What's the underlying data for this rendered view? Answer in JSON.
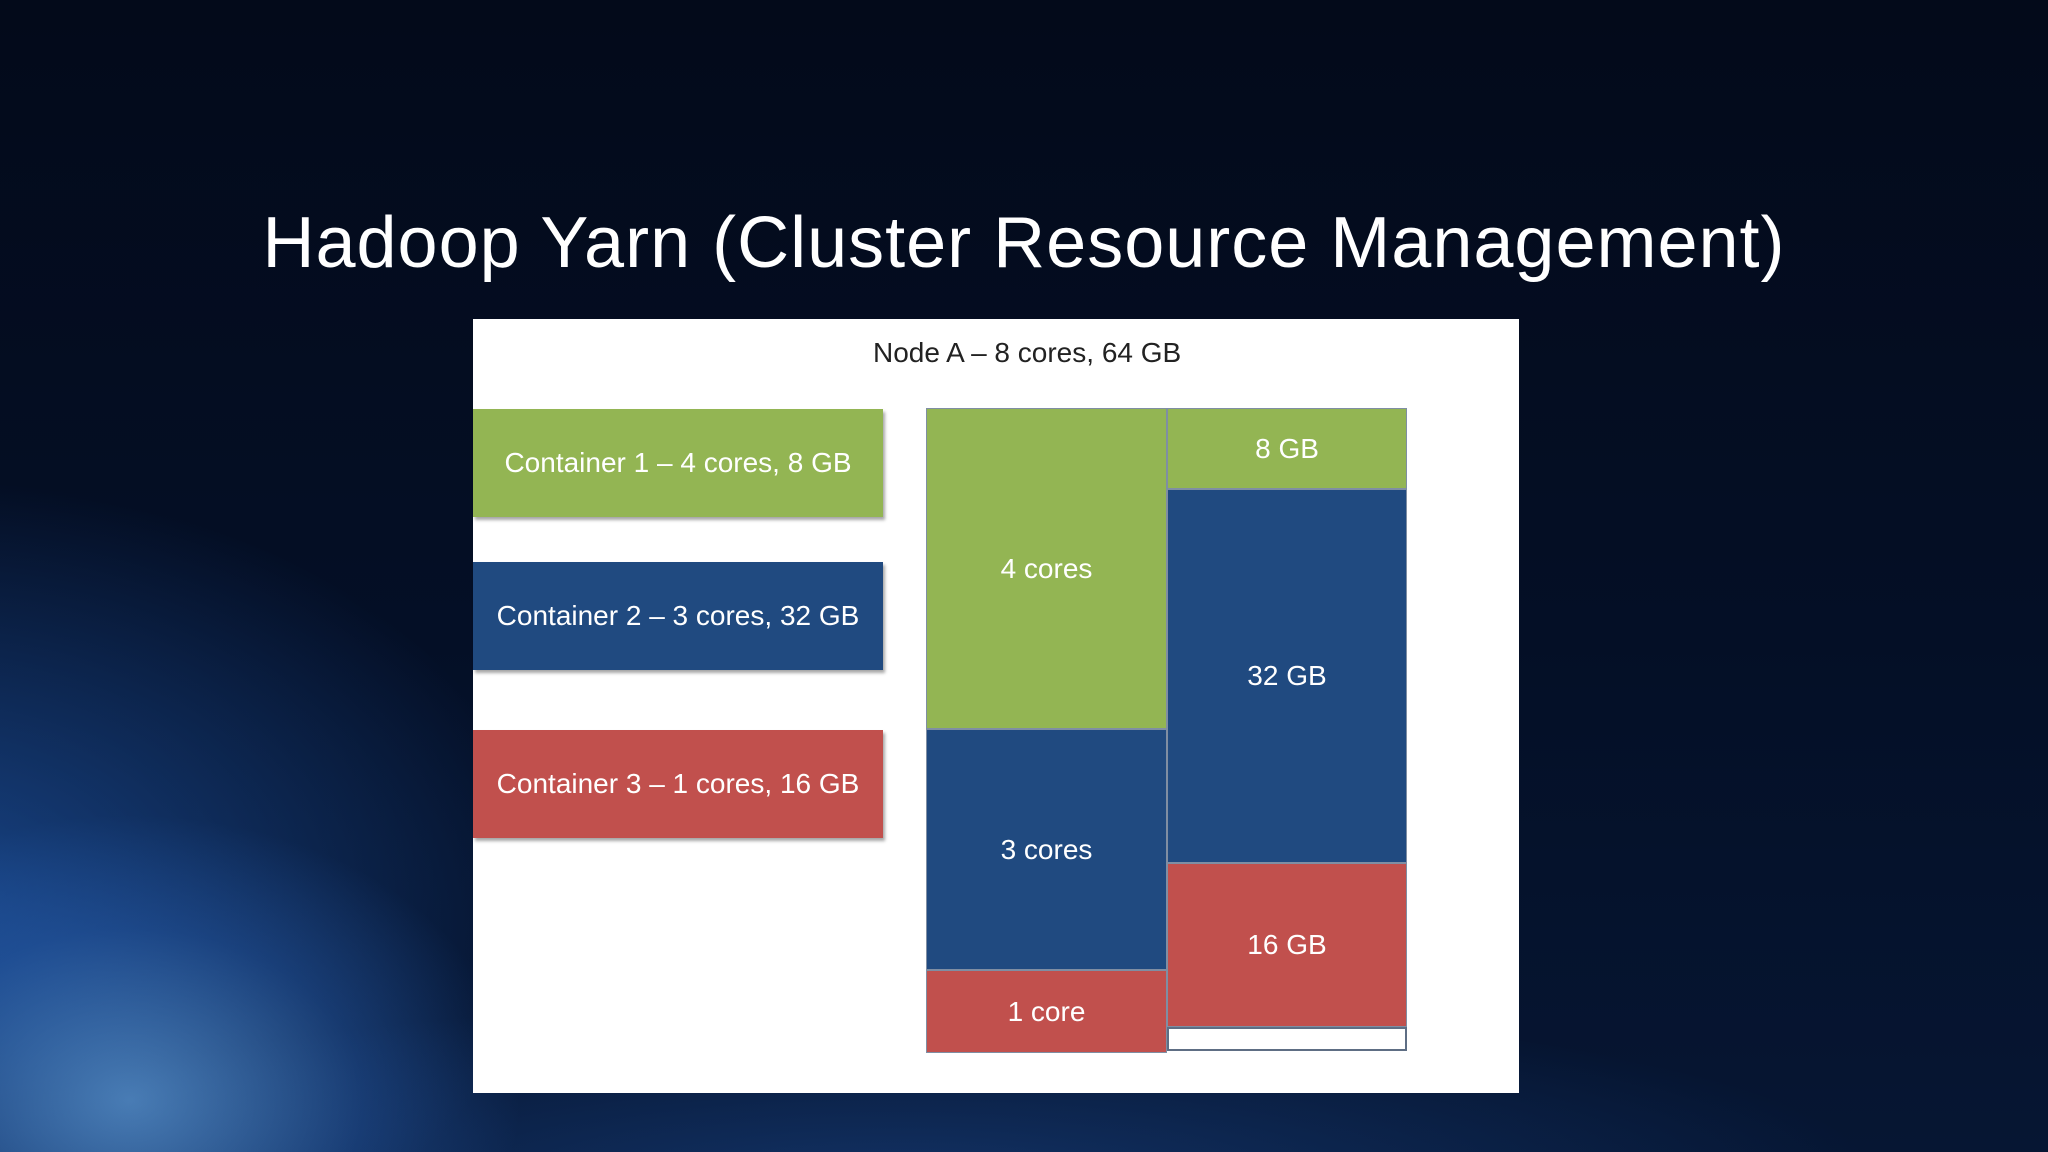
{
  "slide": {
    "title": "Hadoop Yarn (Cluster Resource Management)"
  },
  "diagram": {
    "node_title": "Node A – 8 cores, 64 GB",
    "containers": [
      {
        "label": "Container 1 – 4 cores, 8 GB",
        "color": "#93b553"
      },
      {
        "label": "Container 2 – 3 cores, 32 GB",
        "color": "#204a80"
      },
      {
        "label": "Container 3 – 1 cores, 16 GB",
        "color": "#c1504d"
      }
    ],
    "cores_column": [
      {
        "label": "4 cores",
        "value": 4,
        "color": "#93b553"
      },
      {
        "label": "3 cores",
        "value": 3,
        "color": "#204a80"
      },
      {
        "label": "1 core",
        "value": 1,
        "color": "#c1504d"
      }
    ],
    "memory_column": [
      {
        "label": "8 GB",
        "value": 8,
        "color": "#93b553"
      },
      {
        "label": "32 GB",
        "value": 32,
        "color": "#204a80"
      },
      {
        "label": "16 GB",
        "value": 16,
        "color": "#c1504d"
      }
    ],
    "node_capacity": {
      "cores": 8,
      "memory_gb": 64
    }
  }
}
